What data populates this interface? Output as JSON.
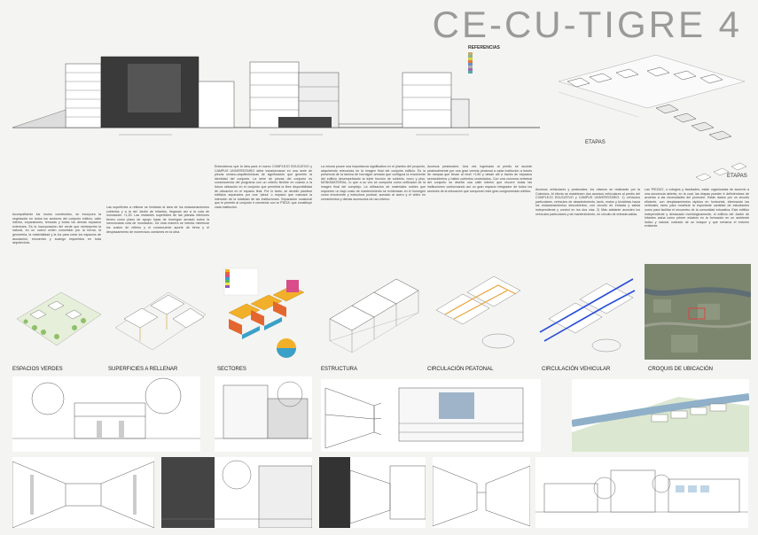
{
  "title": "CE-CU-TIGRE  4",
  "references": {
    "heading": "REFERENCIAS",
    "items": [
      {
        "label": "",
        "color": "#c8a96a"
      },
      {
        "label": "",
        "color": "#8fb38f"
      },
      {
        "label": "",
        "color": "#d9d14a"
      },
      {
        "label": "",
        "color": "#e07a3c"
      },
      {
        "label": "",
        "color": "#6a8fc8"
      },
      {
        "label": "",
        "color": "#b0b0b0"
      },
      {
        "label": "",
        "color": "#9a6ab0"
      },
      {
        "label": "",
        "color": "#5aa7a7"
      }
    ]
  },
  "stages_label": "ETAPAS",
  "stages_label_2": "ETAPAS",
  "sectors_legend": [
    {
      "label": "",
      "color": "#f2b02a"
    },
    {
      "label": "",
      "color": "#e4662f"
    },
    {
      "label": "",
      "color": "#d94c8a"
    },
    {
      "label": "",
      "color": "#3aa0c8"
    },
    {
      "label": "",
      "color": "#5bb55b"
    },
    {
      "label": "",
      "color": "#f0e04a"
    },
    {
      "label": "",
      "color": "#8a5ab0"
    }
  ],
  "diagram_titles": [
    "ESPACIOS VERDES",
    "SUPERFICIES A RELLENAR",
    "SECTORES",
    "ESTRUCTURA",
    "CIRCULACIÓN PEATONAL",
    "CIRCULACIÓN VEHICULAR",
    "CROQUIS DE UBICACIÓN"
  ],
  "paragraphs": {
    "p1": "Acompañando los muros construidos, se incorpora la vegetación en todos los sectores del conjunto edilicio, calle interior, expansiones, terrazas y todos los demás espacios exteriores. Es la incorporación del verde que reinterpreta la natural, en un nuevo orden concebido por la forma, la geometría, la materialidad y la luz para crear los espacios de asociación, encuentro y sosiego requeridos en toda arquitectura.",
    "p2": "Las superficies a rellenar se limitarán al área de los estacionamientos cubiertos y a la del Jardín de Infantes, llegando así a la cota de inundación +1,30. Las restantes superficies de las plantas inferiores tienen como plano de apoyo losas de hormigón armado sobre la mencionada cota de inundación. De esta manera se intenta minimizar los costos de relleno y el consecuente aporte de tierra y el desplazamiento de numerosos camiones en la obra.",
    "p3": "Entendemos que la idea para el nuevo COMPLEJO EDUCATIVO y CAMPUS UNIVERSITARIO debe transformarse en una serie de piezas urbano-arquitectónicas de significación que generen la identidad del conjunto. La serie de piezas del conjunto es consecuencia del programa con un criterio flexible en cuanto a la futura ubicación en el conjunto que permitirá la libre disponibilidad de ubicación en el espacio final. Por lo tanto, se decidió plantear edificios separados por una 'pieza' o espacio que marcará la intención de la totalidad de las instituciones. Separación ocasional que le permite al conjunto ir creciendo con la 'PIEZA' que constituye cada institución.",
    "p4": "La misma posee una importancia significativa en el planteo del proyecto, adquiriendo relevancia en la imagen final del conjunto edilicio. Es la presencia de la lámina de hormigón armado que configura la envolvente del edificio desempeñando la triple función de cubierta, muro y piso, MONOMATERIAL, lo que a su vez se comporta como unificador de la imagen final del complejo. La utilización de materiales nobles que requieren un bajo costo de mantenimiento se evidencian en el hormigón como envolvente y estructura puntual, sumado al acero y el vidrio en cerramientos y demás accesorios de uso interno.",
    "p5": "Accesos peatonales: Una vez ingresado al predio se accede peatonalmente por una gran vereda peatonal a cada institución a través de rampas que llevan al nivel +1.80 y desde allí a través de espacios semicubiertos y halles cubiertos controlados. Con una columna vertebral del conjunto se diseña una calle interior que recorre todas las instituciones conformando así un gran espacio integrador de todos los sectores de la educación que componen este gran conglomerado edilicio.",
    "p6": "Accesos vehiculares y peatonales: los mismos se realizarán por la Colectora. Al efecto se establecen dos accesos vehiculares al predio del COMPLEJO EDUCATIVO y CAMPUS UNIVERSITARIO: 1) vehículos particulares, vehículos de abastecimiento, taxis, motos y bicicletas hacia los estacionamientos descubiertos, con circuito de entrada y salida independiente y control en los dos vías. 2) Más adelante acceden los vehículos particulares y de mantenimiento, en circuito de entrada salida.",
    "p7": "Las 'PIEZAS', o colegios y facultades, están organizadas de acuerdo a una secuencia abierta, en la cual, las etapas pueden ir definiéndose de acuerdo a las necesidades del promotor. Están dados por un circuito eficiente, con desplazamientos rápidos en horizontal, eliminando las verticales, tanto para movilizar la importante cantidad de estudiantes como para facilitar el encuentro de la comunidad educativa. Este edificio independiente y destacado morfológicamente, el edificio del Jardín de Infantes actúa como primer eslabón en la formación en un ambiente lúdico y natural, rodeado de un bosque y que remarca el entorno existente."
  },
  "elevation_captions": [
    "",
    "",
    ""
  ]
}
